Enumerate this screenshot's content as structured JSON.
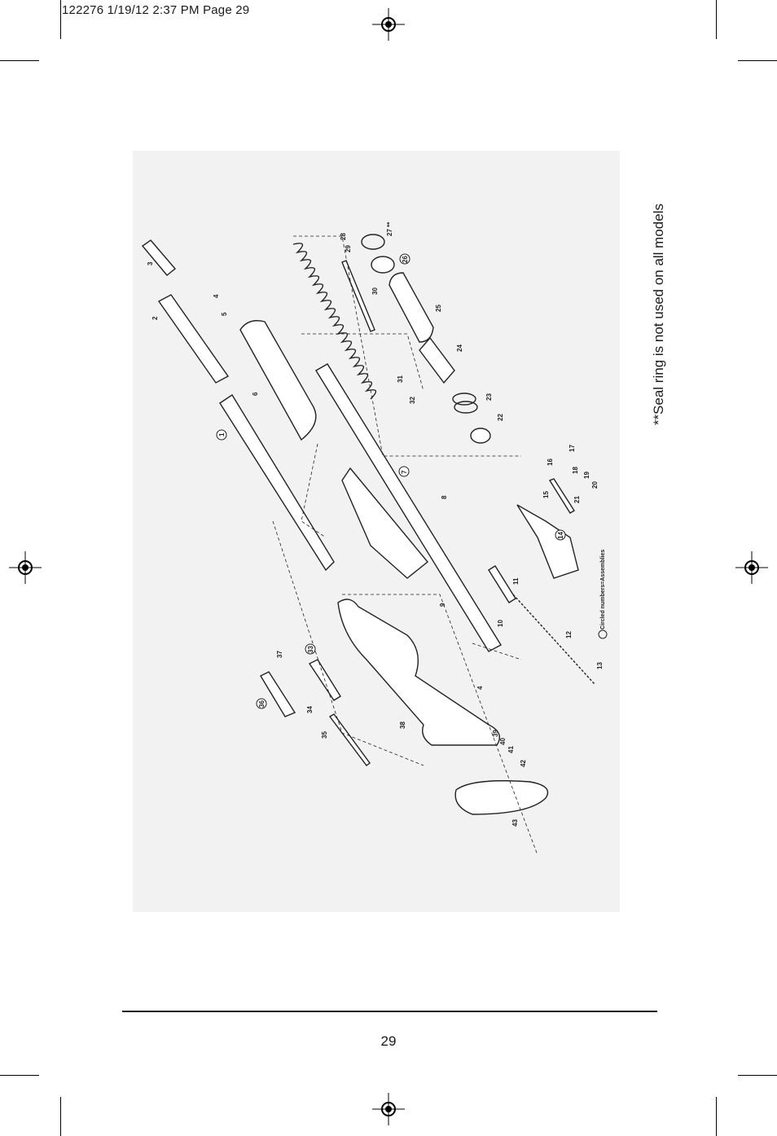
{
  "slug": "122276  1/19/12  2:37 PM  Page 29",
  "side_note": "**Seal ring is not used on all models",
  "legend": "Circled numbers=Assemblies",
  "page_number": "29",
  "parts": {
    "p1": "1",
    "p2": "2",
    "p3": "3",
    "p4": "4",
    "p5": "5",
    "p6": "6",
    "p7": "7",
    "p8": "8",
    "p9": "9",
    "p10": "10",
    "p11": "11",
    "p12": "12",
    "p13": "13",
    "p14": "14",
    "p15": "15",
    "p16": "16",
    "p17": "17",
    "p18": "18",
    "p19": "19",
    "p20": "20",
    "p21": "21",
    "p22": "22",
    "p23": "23",
    "p24": "24",
    "p25": "25",
    "p26": "26",
    "p27": "27 **",
    "p28": "28",
    "p29": "29",
    "p30": "30",
    "p31": "31",
    "p32": "32",
    "p33": "33",
    "p34": "34",
    "p35": "35",
    "p36": "36",
    "p37": "37",
    "p38": "38",
    "p39": "39",
    "p40": "40",
    "p41": "41",
    "p42": "42",
    "p43": "43",
    "p4b": "4"
  }
}
